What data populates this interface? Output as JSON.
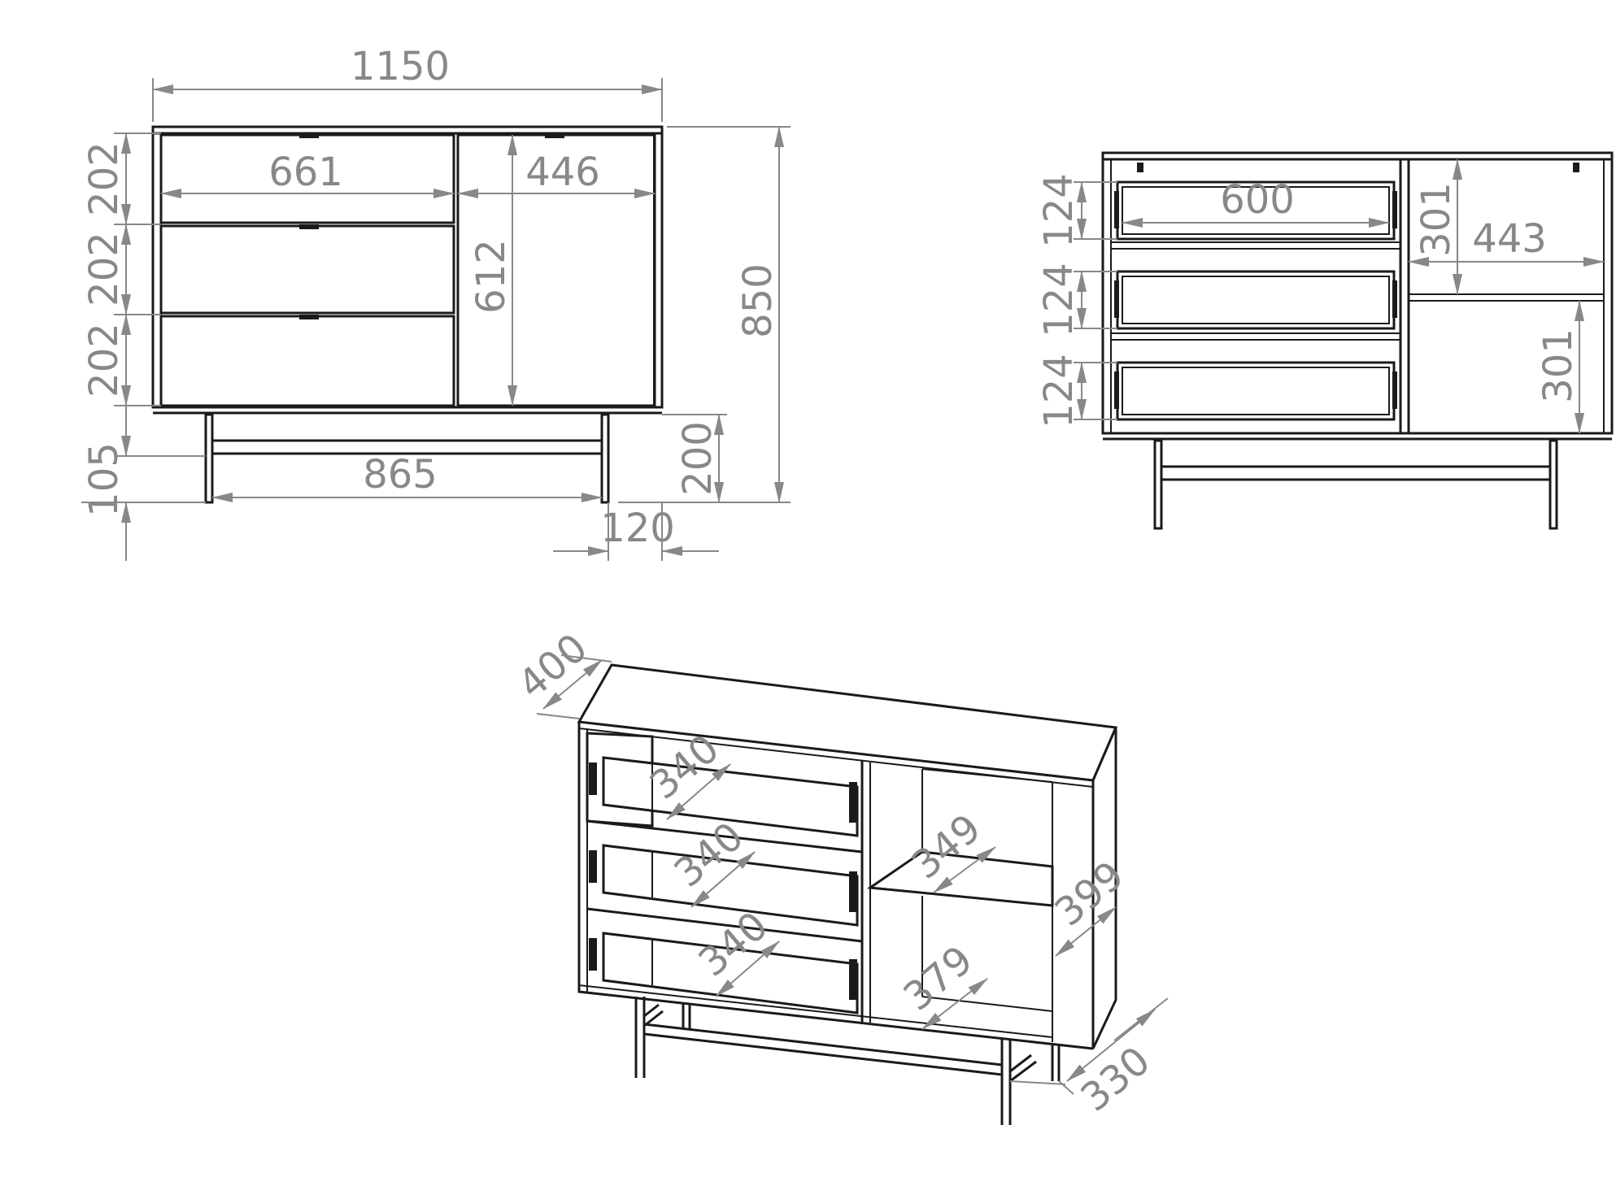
{
  "colors": {
    "outline": "#1a1a1a",
    "dimension": "#888888",
    "background": "#ffffff"
  },
  "front": {
    "width": "1150",
    "drawer_width": "661",
    "door_width": "446",
    "door_height": "612",
    "total_height": "850",
    "drawer1_height": "202",
    "drawer2_height": "202",
    "drawer3_height": "202",
    "leg_height": "105",
    "leg_span": "865",
    "stretcher_height": "200",
    "leg_offset": "120"
  },
  "open_front": {
    "drawer_inner_width": "600",
    "drawer1_height": "124",
    "drawer2_height": "124",
    "drawer3_height": "124",
    "upper_compartment_height": "301",
    "lower_compartment_height": "301",
    "compartment_width": "443"
  },
  "iso": {
    "depth": "400",
    "drawer1_depth": "340",
    "drawer2_depth": "340",
    "drawer3_depth": "340",
    "upper_shelf_depth": "349",
    "lower_shelf_depth": "379",
    "side_depth": "399",
    "leg_depth": "330"
  }
}
